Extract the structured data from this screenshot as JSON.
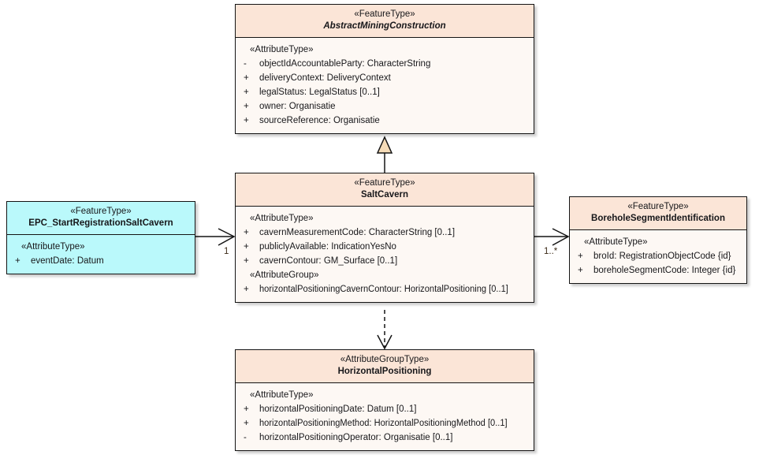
{
  "diagram": {
    "kind": "uml-class-diagram",
    "colors": {
      "featuretype_header": "#FBE5D7",
      "featuretype_body": "#FDF8F4",
      "event_fill": "#BAF9FB",
      "border": "#141414",
      "multiplicity_text": "#3B2A17"
    }
  },
  "classes": {
    "abstract_mining_construction": {
      "stereotype": "«FeatureType»",
      "name": "AbstractMiningConstruction",
      "abstract": true,
      "compartments": [
        {
          "group_label": "«AttributeType»",
          "attributes": [
            {
              "visibility": "-",
              "signature": "objectIdAccountableParty: CharacterString"
            },
            {
              "visibility": "+",
              "signature": "deliveryContext: DeliveryContext"
            },
            {
              "visibility": "+",
              "signature": "legalStatus: LegalStatus [0..1]"
            },
            {
              "visibility": "+",
              "signature": "owner: Organisatie"
            },
            {
              "visibility": "+",
              "signature": "sourceReference: Organisatie"
            }
          ]
        }
      ]
    },
    "salt_cavern": {
      "stereotype": "«FeatureType»",
      "name": "SaltCavern",
      "abstract": false,
      "compartments": [
        {
          "group_label": "«AttributeType»",
          "attributes": [
            {
              "visibility": "+",
              "signature": "cavernMeasurementCode: CharacterString [0..1]"
            },
            {
              "visibility": "+",
              "signature": "publiclyAvailable: IndicationYesNo"
            },
            {
              "visibility": "+",
              "signature": "cavernContour: GM_Surface [0..1]"
            }
          ]
        },
        {
          "group_label": "«AttributeGroup»",
          "attributes": [
            {
              "visibility": "+",
              "signature": "horizontalPositioningCavernContour: HorizontalPositioning [0..1]"
            }
          ]
        }
      ]
    },
    "epc_start_registration_salt_cavern": {
      "stereotype": "«FeatureType»",
      "name": "EPC_StartRegistrationSaltCavern",
      "abstract": false,
      "compartments": [
        {
          "group_label": "«AttributeType»",
          "attributes": [
            {
              "visibility": "+",
              "signature": "eventDate: Datum"
            }
          ]
        }
      ]
    },
    "borehole_segment_identification": {
      "stereotype": "«FeatureType»",
      "name": "BoreholeSegmentIdentification",
      "abstract": false,
      "compartments": [
        {
          "group_label": "«AttributeType»",
          "attributes": [
            {
              "visibility": "+",
              "signature": "broId: RegistrationObjectCode {id}"
            },
            {
              "visibility": "+",
              "signature": "boreholeSegmentCode: Integer {id}"
            }
          ]
        }
      ]
    },
    "horizontal_positioning": {
      "stereotype": "«AttributeGroupType»",
      "name": "HorizontalPositioning",
      "abstract": false,
      "compartments": [
        {
          "group_label": "«AttributeType»",
          "attributes": [
            {
              "visibility": "+",
              "signature": "horizontalPositioningDate: Datum [0..1]"
            },
            {
              "visibility": "+",
              "signature": "horizontalPositioningMethod: HorizontalPositioningMethod [0..1]"
            },
            {
              "visibility": "-",
              "signature": "horizontalPositioningOperator: Organisatie [0..1]"
            }
          ]
        }
      ]
    }
  },
  "connectors": {
    "generalization": {
      "type": "generalization",
      "from": "SaltCavern",
      "to": "AbstractMiningConstruction",
      "source_multiplicity": "",
      "target_multiplicity": ""
    },
    "epc_to_saltcavern": {
      "type": "association",
      "from": "EPC_StartRegistrationSaltCavern",
      "to": "SaltCavern",
      "target_multiplicity": "1"
    },
    "saltcavern_to_borehole": {
      "type": "association",
      "from": "SaltCavern",
      "to": "BoreholeSegmentIdentification",
      "target_multiplicity": "1..*"
    },
    "saltcavern_to_horizontal": {
      "type": "dependency",
      "from": "SaltCavern",
      "to": "HorizontalPositioning",
      "target_multiplicity": ""
    }
  }
}
